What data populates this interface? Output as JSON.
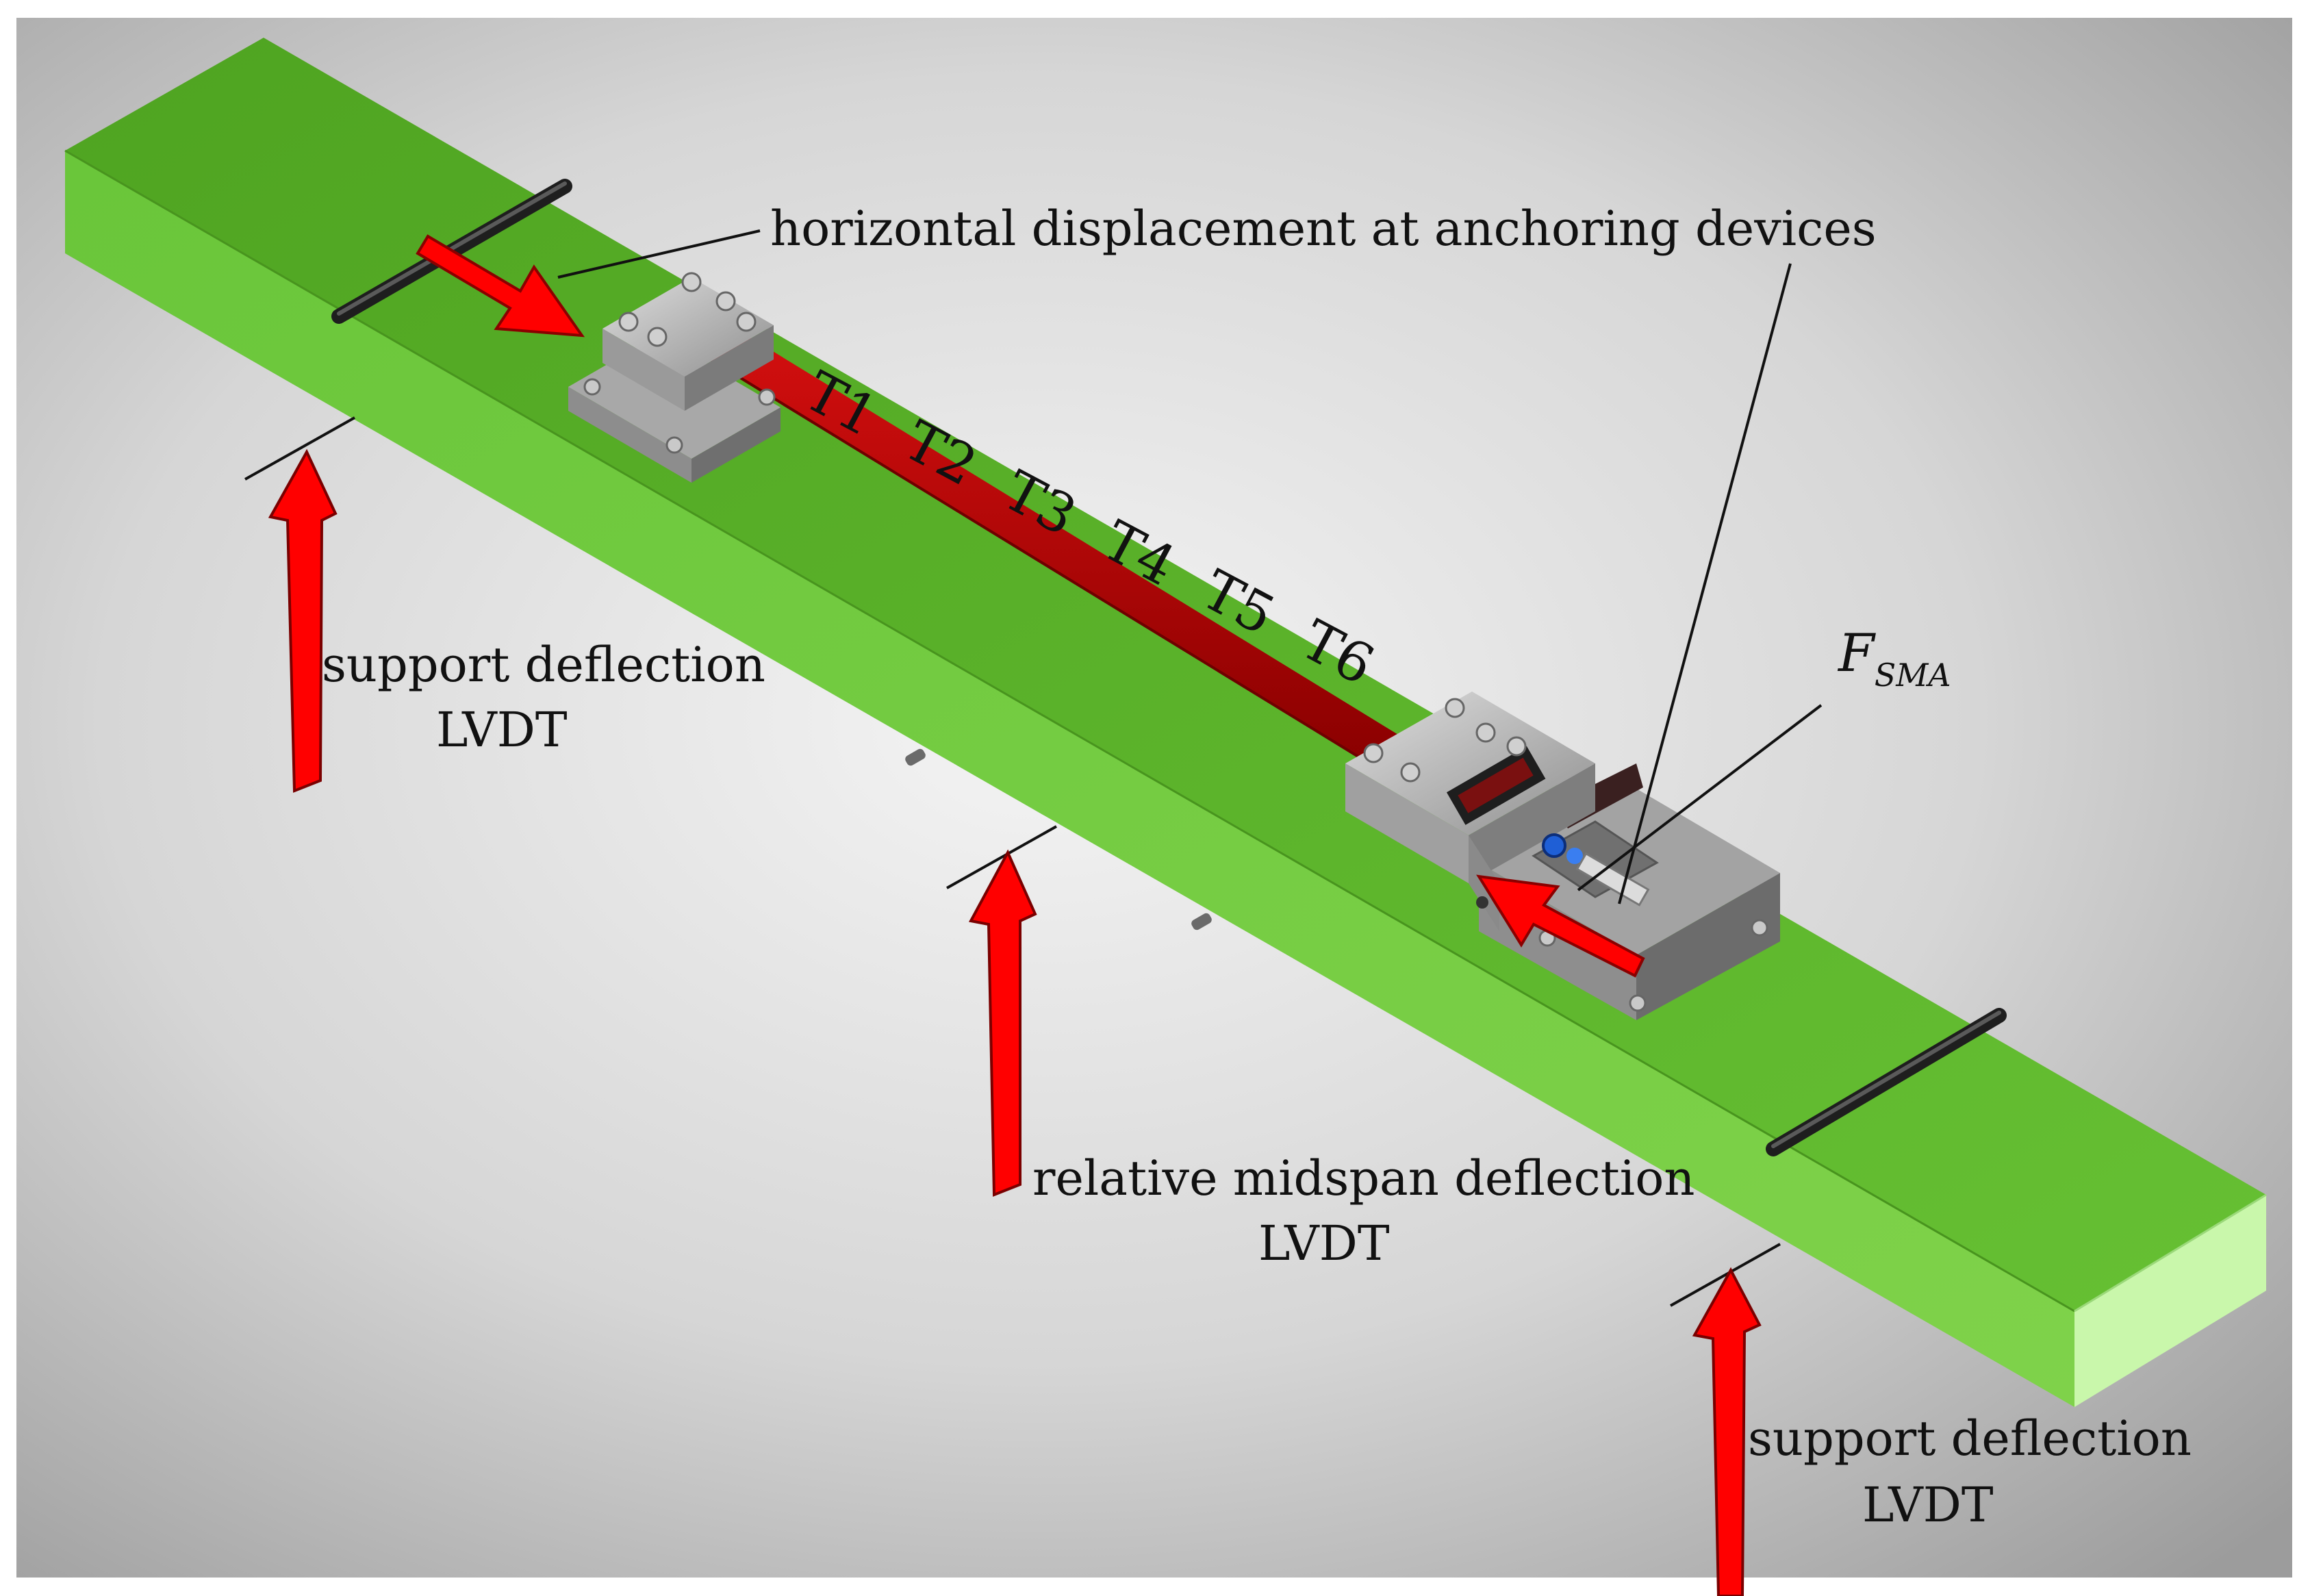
{
  "labels": {
    "horizontal_displacement": "horizontal displacement at anchoring devices",
    "support_deflection_left_line1": "support deflection",
    "support_deflection_left_line2": "LVDT",
    "relative_midspan_line1": "relative midspan deflection",
    "relative_midspan_line2": "LVDT",
    "support_deflection_right_line1": "support deflection",
    "support_deflection_right_line2": "LVDT",
    "force_main": "F",
    "force_sub": "SMA"
  },
  "thermocouples": [
    "T1",
    "T2",
    "T3",
    "T4",
    "T5",
    "T6"
  ],
  "colors": {
    "beam_top": "#5ab22a",
    "beam_side": "#6cc23a",
    "beam_end": "#c8f5a8",
    "sma_strip": "#b00000",
    "arrow_red": "#ff0000",
    "steel": "#b9b9b9",
    "background_center": "#f2f2f2",
    "background_edge": "#9a9a9a"
  }
}
